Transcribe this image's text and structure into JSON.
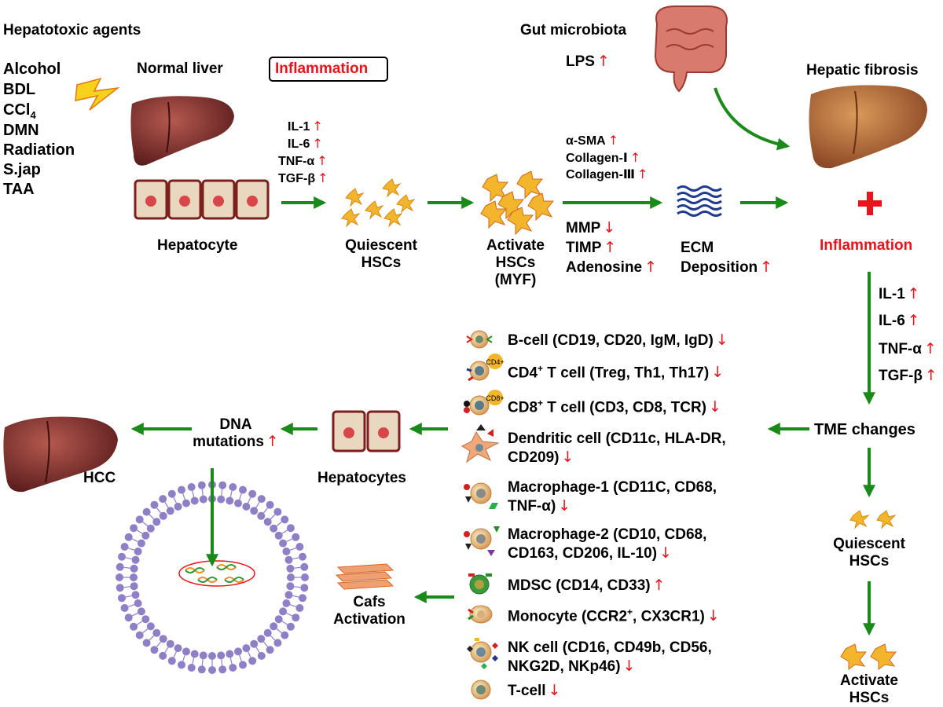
{
  "hepatotoxic": {
    "heading": "Hepatotoxic agents",
    "agents": [
      "Alcohol",
      "BDL",
      "CCl",
      "DMN",
      "Radiation",
      "S.jap",
      "TAA"
    ],
    "ccl_subscript": "4"
  },
  "normal_liver": {
    "label": "Normal liver",
    "hepatocyte_label": "Hepatocyte"
  },
  "inflammation_box": "Inflammation",
  "cytokines_top": [
    "IL-1",
    "IL-6",
    "TNF-α",
    "TGF-β"
  ],
  "quiescent_top": {
    "line1": "Quiescent",
    "line2": "HSCs"
  },
  "activate_top": {
    "line1": "Activate",
    "line2": "HSCs",
    "line3": "(MYF)"
  },
  "markers_up": [
    "α-SMA",
    "Collagen-Ⅰ",
    "Collagen-Ⅲ"
  ],
  "markers_mid": [
    {
      "name": "MMP",
      "dir": "↓"
    },
    {
      "name": "TIMP",
      "dir": "↑"
    },
    {
      "name": "Adenosine",
      "dir": "↑"
    }
  ],
  "ecm": {
    "line1": "ECM",
    "line2": "Deposition"
  },
  "gut": {
    "label": "Gut microbiota",
    "lps": "LPS"
  },
  "fibrosis": {
    "label": "Hepatic fibrosis",
    "plus": "+",
    "inflammation": "Inflammation"
  },
  "cytokines_right": [
    "IL-1",
    "IL-6",
    "TNF-α",
    "TGF-β"
  ],
  "tme": "TME changes",
  "quiescent_right": {
    "line1": "Quiescent",
    "line2": "HSCs"
  },
  "activate_right": {
    "line1": "Activate",
    "line2": "HSCs"
  },
  "immune_cells": [
    {
      "text": "B-cell (CD19, CD20, IgM, IgD)",
      "dir": "↓"
    },
    {
      "pre": "CD4",
      "sup": "+",
      "text": " T cell (Treg, Th1, Th17)",
      "dir": "↓",
      "badge": "CD4+"
    },
    {
      "pre": "CD8",
      "sup": "+",
      "text": " T cell (CD3, CD8, TCR)",
      "dir": "↓",
      "badge": "CD8+"
    },
    {
      "text": "Dendritic cell (CD11c, HLA-DR,",
      "text2": "CD209)",
      "dir": "↓"
    },
    {
      "text": "Macrophage-1 (CD11C, CD68,",
      "text2": "TNF-α)",
      "dir": "↓"
    },
    {
      "text": "Macrophage-2 (CD10, CD68,",
      "text2": "CD163, CD206, IL-10)",
      "dir": "↓"
    },
    {
      "text": "MDSC (CD14, CD33)",
      "dir": "↑"
    },
    {
      "pre": "Monocyte (CCR2",
      "sup": "+",
      "text": ", CX3CR1)",
      "dir": "↓"
    },
    {
      "text": "NK cell (CD16, CD49b, CD56,",
      "text2": "NKG2D, NKp46)",
      "dir": "↓"
    },
    {
      "text": "T-cell",
      "dir": "↓"
    }
  ],
  "hepatocytes_label": "Hepatocytes",
  "dna": {
    "line1": "DNA",
    "line2": "mutations"
  },
  "hcc": "HCC",
  "cafs": {
    "line1": "Cafs",
    "line2": "Activation"
  },
  "up_arrow": "↑",
  "down_arrow": "↓",
  "colors": {
    "arrow": "#1a8a1a",
    "red": "#e8141b",
    "liver": "#7b2a2a",
    "hsc": "#f2b52b",
    "ecm": "#1f3a8f",
    "membrane": "#8e7fc7"
  }
}
